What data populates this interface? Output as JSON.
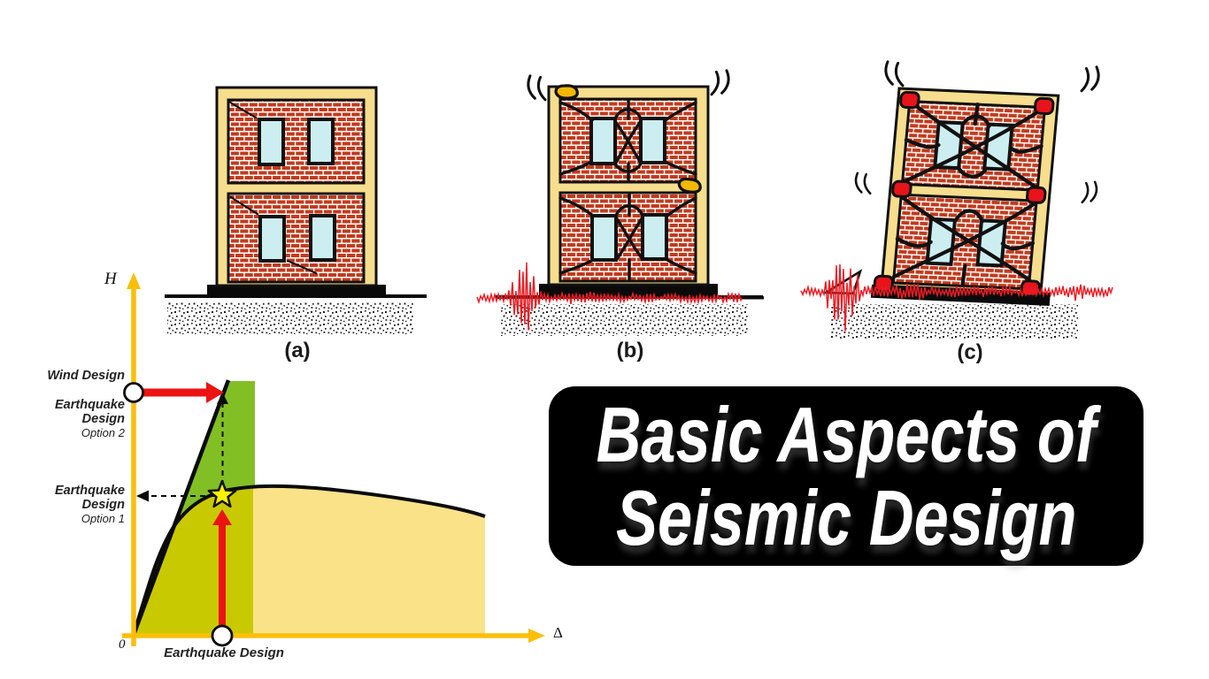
{
  "canvas": {
    "background": "#ffffff"
  },
  "banner": {
    "line1": "Basic Aspects of",
    "line2": "Seismic Design",
    "background": "#000000",
    "text_color": "#ffffff"
  },
  "figures": {
    "a": {
      "label": "(a)",
      "depicts": "intact two-story brick masonry building on foundation"
    },
    "b": {
      "label": "(b)",
      "depicts": "building with diagonal shear cracks and corner damage during moderate shaking"
    },
    "c": {
      "label": "(c)",
      "depicts": "tilted building with severe cracking and corner crushing during strong shaking"
    }
  },
  "chart": {
    "y_axis_label": "H",
    "x_axis_label": "Δ",
    "origin_label": "0",
    "wind_design_label": "Wind Design",
    "eq_option2_label_line1": "Earthquake Design",
    "eq_option2_label_line2": "Option 2",
    "eq_option1_label_line1": "Earthquake Design",
    "eq_option1_label_line2": "Option 1",
    "x_point_label": "Earthquake Design"
  },
  "colors": {
    "axis_gold": "#fbbf0a",
    "elastic_green": "#82bf25",
    "overlap_olive": "#c9c900",
    "capacity_yellow": "#fae289",
    "arrow_red": "#ec1313",
    "star_yellow": "#fff200",
    "brick_red": "#c23b1d",
    "frame_cream": "#f6de8e",
    "window_cyan": "#cdeef0",
    "damage_yellow": "#f3b700",
    "damage_red": "#e8131b",
    "seismogram_red": "#ed1c24",
    "ink_black": "#0a0a0a"
  },
  "chart_data": {
    "type": "line",
    "title": "Lateral force H vs lateral displacement Δ (seismic design options)",
    "xlabel": "Δ",
    "ylabel": "H",
    "axis_normalized_range": {
      "x": [
        0,
        1
      ],
      "y": [
        0,
        1
      ]
    },
    "grid": false,
    "legend": "none",
    "series": [
      {
        "name": "linear elastic response line",
        "points": [
          [
            0,
            0
          ],
          [
            0.23,
            0.72
          ]
        ]
      },
      {
        "name": "actual nonlinear capacity curve",
        "points": [
          [
            0,
            0
          ],
          [
            0.06,
            0.2
          ],
          [
            0.1,
            0.3
          ],
          [
            0.15,
            0.38
          ],
          [
            0.22,
            0.39
          ],
          [
            0.34,
            0.42
          ],
          [
            0.55,
            0.4
          ],
          [
            0.86,
            0.33
          ]
        ]
      }
    ],
    "markers": [
      {
        "name": "wind design force level (circle on H axis)",
        "x": 0,
        "y": 0.68
      },
      {
        "name": "earthquake design option 2 elastic force (dashed arrow to line)",
        "x": 0.22,
        "y": 0.68
      },
      {
        "name": "earthquake design option 1 point (star on capacity curve)",
        "x": 0.22,
        "y": 0.39
      },
      {
        "name": "earthquake design displacement (circle on Δ axis)",
        "x": 0.22,
        "y": 0
      }
    ],
    "shaded_regions": [
      {
        "name": "elastic design demand region",
        "color": "#82bf25"
      },
      {
        "name": "overlap of demand and capacity",
        "color": "#c9c900"
      },
      {
        "name": "area under capacity curve",
        "color": "#fae289"
      }
    ]
  }
}
